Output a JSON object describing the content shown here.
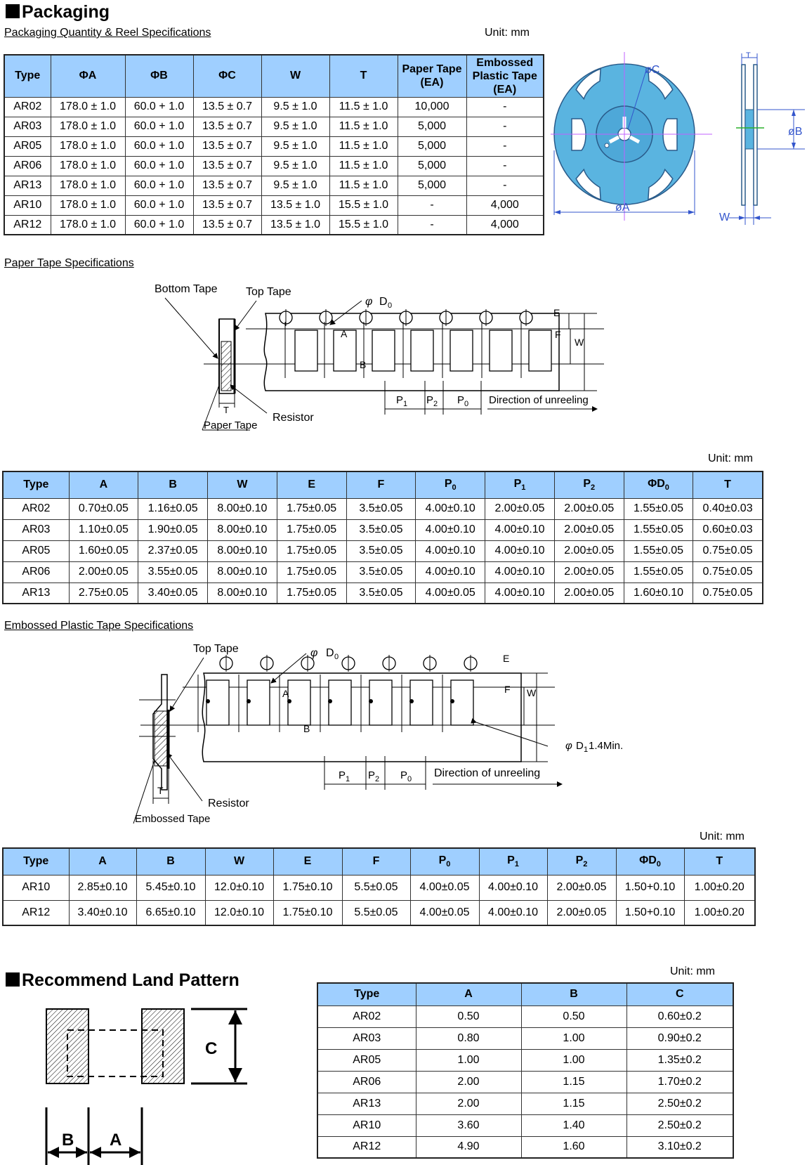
{
  "packaging": {
    "title": "Packaging",
    "reel_subtitle": "Packaging Quantity & Reel Specifications",
    "unit": "Unit: mm",
    "reel_table": {
      "headers": [
        "Type",
        "ΦA",
        "ΦB",
        "ΦC",
        "W",
        "T",
        "Paper Tape (EA)",
        "Embossed Plastic Tape (EA)"
      ],
      "rows": [
        [
          "AR02",
          "178.0 ± 1.0",
          "60.0 + 1.0",
          "13.5 ± 0.7",
          "9.5 ± 1.0",
          "11.5 ± 1.0",
          "10,000",
          "-"
        ],
        [
          "AR03",
          "178.0 ± 1.0",
          "60.0 + 1.0",
          "13.5 ± 0.7",
          "9.5 ± 1.0",
          "11.5 ± 1.0",
          "5,000",
          "-"
        ],
        [
          "AR05",
          "178.0 ± 1.0",
          "60.0 + 1.0",
          "13.5 ± 0.7",
          "9.5 ± 1.0",
          "11.5 ± 1.0",
          "5,000",
          "-"
        ],
        [
          "AR06",
          "178.0 ± 1.0",
          "60.0 + 1.0",
          "13.5 ± 0.7",
          "9.5 ± 1.0",
          "11.5 ± 1.0",
          "5,000",
          "-"
        ],
        [
          "AR13",
          "178.0 ± 1.0",
          "60.0 + 1.0",
          "13.5 ± 0.7",
          "9.5 ± 1.0",
          "11.5 ± 1.0",
          "5,000",
          "-"
        ],
        [
          "AR10",
          "178.0 ± 1.0",
          "60.0 + 1.0",
          "13.5 ± 0.7",
          "13.5 ± 1.0",
          "15.5 ± 1.0",
          "-",
          "4,000"
        ],
        [
          "AR12",
          "178.0 ± 1.0",
          "60.0 + 1.0",
          "13.5 ± 0.7",
          "13.5 ± 1.0",
          "15.5 ± 1.0",
          "-",
          "4,000"
        ]
      ]
    },
    "reel_diagram": {
      "label_a": "øA",
      "label_b": "øB",
      "label_c": "øC",
      "label_w": "W",
      "label_t": "T",
      "reel_color": "#5ab4e0"
    }
  },
  "paper_tape": {
    "subtitle": "Paper Tape Specifications",
    "unit": "Unit: mm",
    "diagram": {
      "bottom_tape": "Bottom Tape",
      "top_tape": "Top Tape",
      "d0": "D",
      "d0_sub": "0",
      "phi": "φ",
      "a": "A",
      "b": "B",
      "e": "E",
      "f": "F",
      "w": "W",
      "t": "T",
      "paper_tape": "Paper Tape",
      "resistor": "Resistor",
      "p1": "P",
      "p1_sub": "1",
      "p2": "P",
      "p2_sub": "2",
      "p0": "P",
      "p0_sub": "0",
      "direction": "Direction of unreeling"
    },
    "table": {
      "headers": [
        "Type",
        "A",
        "B",
        "W",
        "E",
        "F",
        "P0",
        "P1",
        "P2",
        "ΦD0",
        "T"
      ],
      "rows": [
        [
          "AR02",
          "0.70±0.05",
          "1.16±0.05",
          "8.00±0.10",
          "1.75±0.05",
          "3.5±0.05",
          "4.00±0.10",
          "2.00±0.05",
          "2.00±0.05",
          "1.55±0.05",
          "0.40±0.03"
        ],
        [
          "AR03",
          "1.10±0.05",
          "1.90±0.05",
          "8.00±0.10",
          "1.75±0.05",
          "3.5±0.05",
          "4.00±0.10",
          "4.00±0.10",
          "2.00±0.05",
          "1.55±0.05",
          "0.60±0.03"
        ],
        [
          "AR05",
          "1.60±0.05",
          "2.37±0.05",
          "8.00±0.10",
          "1.75±0.05",
          "3.5±0.05",
          "4.00±0.10",
          "4.00±0.10",
          "2.00±0.05",
          "1.55±0.05",
          "0.75±0.05"
        ],
        [
          "AR06",
          "2.00±0.05",
          "3.55±0.05",
          "8.00±0.10",
          "1.75±0.05",
          "3.5±0.05",
          "4.00±0.10",
          "4.00±0.10",
          "2.00±0.05",
          "1.55±0.05",
          "0.75±0.05"
        ],
        [
          "AR13",
          "2.75±0.05",
          "3.40±0.05",
          "8.00±0.10",
          "1.75±0.05",
          "3.5±0.05",
          "4.00±0.05",
          "4.00±0.10",
          "2.00±0.05",
          "1.60±0.10",
          "0.75±0.05"
        ]
      ]
    }
  },
  "embossed_tape": {
    "subtitle": "Embossed Plastic Tape Specifications",
    "unit": "Unit: mm",
    "diagram": {
      "top_tape": "Top Tape",
      "d0": "D",
      "d0_sub": "0",
      "phi": "φ",
      "a": "A",
      "b": "B",
      "e": "E",
      "f": "F",
      "w": "W",
      "t": "T",
      "embossed_tape": "Embossed Tape",
      "resistor": "Resistor",
      "d1": "D",
      "d1_sub": "1",
      "d1_suffix": "1.4Min.",
      "p1": "P",
      "p1_sub": "1",
      "p2": "P",
      "p2_sub": "2",
      "p0": "P",
      "p0_sub": "0",
      "direction": "Direction of unreeling"
    },
    "table": {
      "headers": [
        "Type",
        "A",
        "B",
        "W",
        "E",
        "F",
        "P0",
        "P1",
        "P2",
        "ΦD0",
        "T"
      ],
      "rows": [
        [
          "AR10",
          "2.85±0.10",
          "5.45±0.10",
          "12.0±0.10",
          "1.75±0.10",
          "5.5±0.05",
          "4.00±0.05",
          "4.00±0.10",
          "2.00±0.05",
          "1.50+0.10",
          "1.00±0.20"
        ],
        [
          "AR12",
          "3.40±0.10",
          "6.65±0.10",
          "12.0±0.10",
          "1.75±0.10",
          "5.5±0.05",
          "4.00±0.05",
          "4.00±0.10",
          "2.00±0.05",
          "1.50+0.10",
          "1.00±0.20"
        ]
      ]
    }
  },
  "land_pattern": {
    "title": "Recommend Land Pattern",
    "unit": "Unit: mm",
    "diagram": {
      "a": "A",
      "b": "B",
      "c": "C"
    },
    "table": {
      "headers": [
        "Type",
        "A",
        "B",
        "C"
      ],
      "rows": [
        [
          "AR02",
          "0.50",
          "0.50",
          "0.60±0.2"
        ],
        [
          "AR03",
          "0.80",
          "1.00",
          "0.90±0.2"
        ],
        [
          "AR05",
          "1.00",
          "1.00",
          "1.35±0.2"
        ],
        [
          "AR06",
          "2.00",
          "1.15",
          "1.70±0.2"
        ],
        [
          "AR13",
          "2.00",
          "1.15",
          "2.50±0.2"
        ],
        [
          "AR10",
          "3.60",
          "1.40",
          "2.50±0.2"
        ],
        [
          "AR12",
          "4.90",
          "1.60",
          "3.10±0.2"
        ]
      ]
    }
  }
}
